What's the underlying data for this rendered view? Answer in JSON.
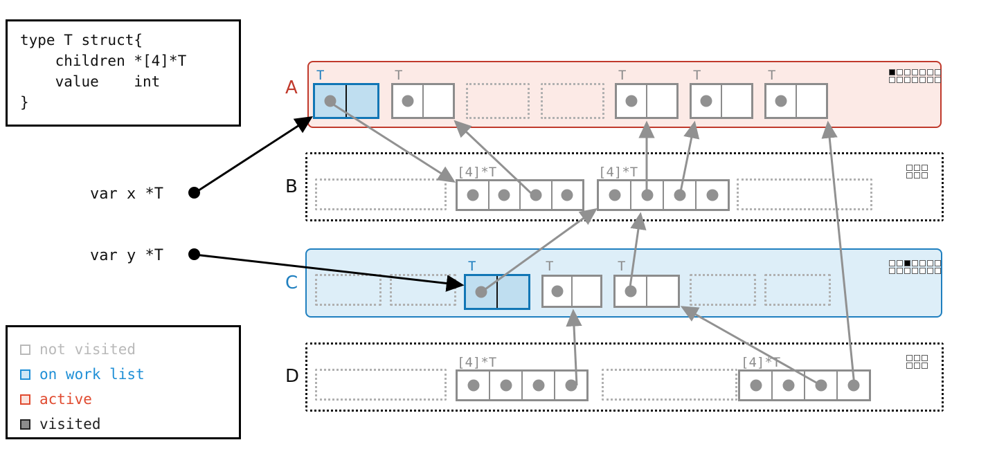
{
  "code_box": {
    "text": "type T struct{\n    children *[4]*T\n    value    int\n}"
  },
  "legend": {
    "items": [
      {
        "label": "not visited",
        "color": "#b9b9b9",
        "fill": "#ffffff",
        "name": "not-visited"
      },
      {
        "label": "on work list",
        "color": "#1f8fd6",
        "fill": "#cfe7f6",
        "name": "on-work-list"
      },
      {
        "label": "active",
        "color": "#e04a2f",
        "fill": "#fbe4de",
        "name": "active"
      },
      {
        "label": "visited",
        "color": "#222222",
        "fill": "#8c8c8c",
        "name": "visited"
      }
    ]
  },
  "variables": [
    {
      "label": "var x *T",
      "name": "var-x"
    },
    {
      "label": "var y *T",
      "name": "var-y"
    }
  ],
  "regions": [
    {
      "id": "A",
      "label": "A",
      "style": "active",
      "label_color": "#c0392b",
      "grid_icon": {
        "rows": 2,
        "cols": 7,
        "filled_index": 0
      },
      "nodes": [
        {
          "type": "T",
          "state": "on-work-list",
          "caption": "T",
          "has_pointer": true
        },
        {
          "type": "T",
          "state": "visited",
          "caption": "T",
          "has_pointer": true
        },
        {
          "type": "empty",
          "state": "not-visited",
          "caption": "",
          "has_pointer": false
        },
        {
          "type": "empty",
          "state": "not-visited",
          "caption": "",
          "has_pointer": false
        },
        {
          "type": "T",
          "state": "visited",
          "caption": "T",
          "has_pointer": true
        },
        {
          "type": "T",
          "state": "visited",
          "caption": "T",
          "has_pointer": true
        },
        {
          "type": "T",
          "state": "visited",
          "caption": "T",
          "has_pointer": true
        }
      ]
    },
    {
      "id": "B",
      "label": "B",
      "style": "not-visited",
      "label_color": "#111111",
      "grid_icon": {
        "rows": 2,
        "cols": 3,
        "filled_index": -1
      },
      "nodes": [
        {
          "type": "empty",
          "state": "not-visited",
          "caption": "",
          "slots": 0
        },
        {
          "type": "array",
          "state": "visited",
          "caption": "[4]*T",
          "slots": 4
        },
        {
          "type": "array",
          "state": "visited",
          "caption": "[4]*T",
          "slots": 4
        },
        {
          "type": "empty",
          "state": "not-visited",
          "caption": "",
          "slots": 0
        }
      ]
    },
    {
      "id": "C",
      "label": "C",
      "style": "on-work-list",
      "label_color": "#1f7fbf",
      "grid_icon": {
        "rows": 2,
        "cols": 7,
        "filled_index": 2
      },
      "nodes": [
        {
          "type": "empty",
          "state": "not-visited",
          "caption": "",
          "has_pointer": false
        },
        {
          "type": "empty",
          "state": "not-visited",
          "caption": "",
          "has_pointer": false
        },
        {
          "type": "T",
          "state": "on-work-list",
          "caption": "T",
          "has_pointer": true
        },
        {
          "type": "T",
          "state": "visited",
          "caption": "T",
          "has_pointer": true
        },
        {
          "type": "T",
          "state": "visited",
          "caption": "T",
          "has_pointer": true
        },
        {
          "type": "empty",
          "state": "not-visited",
          "caption": "",
          "has_pointer": false
        },
        {
          "type": "empty",
          "state": "not-visited",
          "caption": "",
          "has_pointer": false
        }
      ]
    },
    {
      "id": "D",
      "label": "D",
      "style": "not-visited",
      "label_color": "#111111",
      "grid_icon": {
        "rows": 2,
        "cols": 3,
        "filled_index": -1
      },
      "nodes": [
        {
          "type": "empty",
          "state": "not-visited",
          "caption": "",
          "slots": 0
        },
        {
          "type": "array",
          "state": "visited",
          "caption": "[4]*T",
          "slots": 4
        },
        {
          "type": "empty",
          "state": "not-visited",
          "caption": "",
          "slots": 0
        },
        {
          "type": "array",
          "state": "visited",
          "caption": "[4]*T",
          "slots": 4
        }
      ]
    }
  ],
  "colors": {
    "active_border": "#c0392b",
    "active_fill": "#fceae6",
    "worklist_border": "#1f7fbf",
    "worklist_fill": "#ddeef8",
    "visited_gray": "#8c8c8c",
    "notvisited_gray": "#b0b0b0",
    "pointer_black": "#000000"
  }
}
